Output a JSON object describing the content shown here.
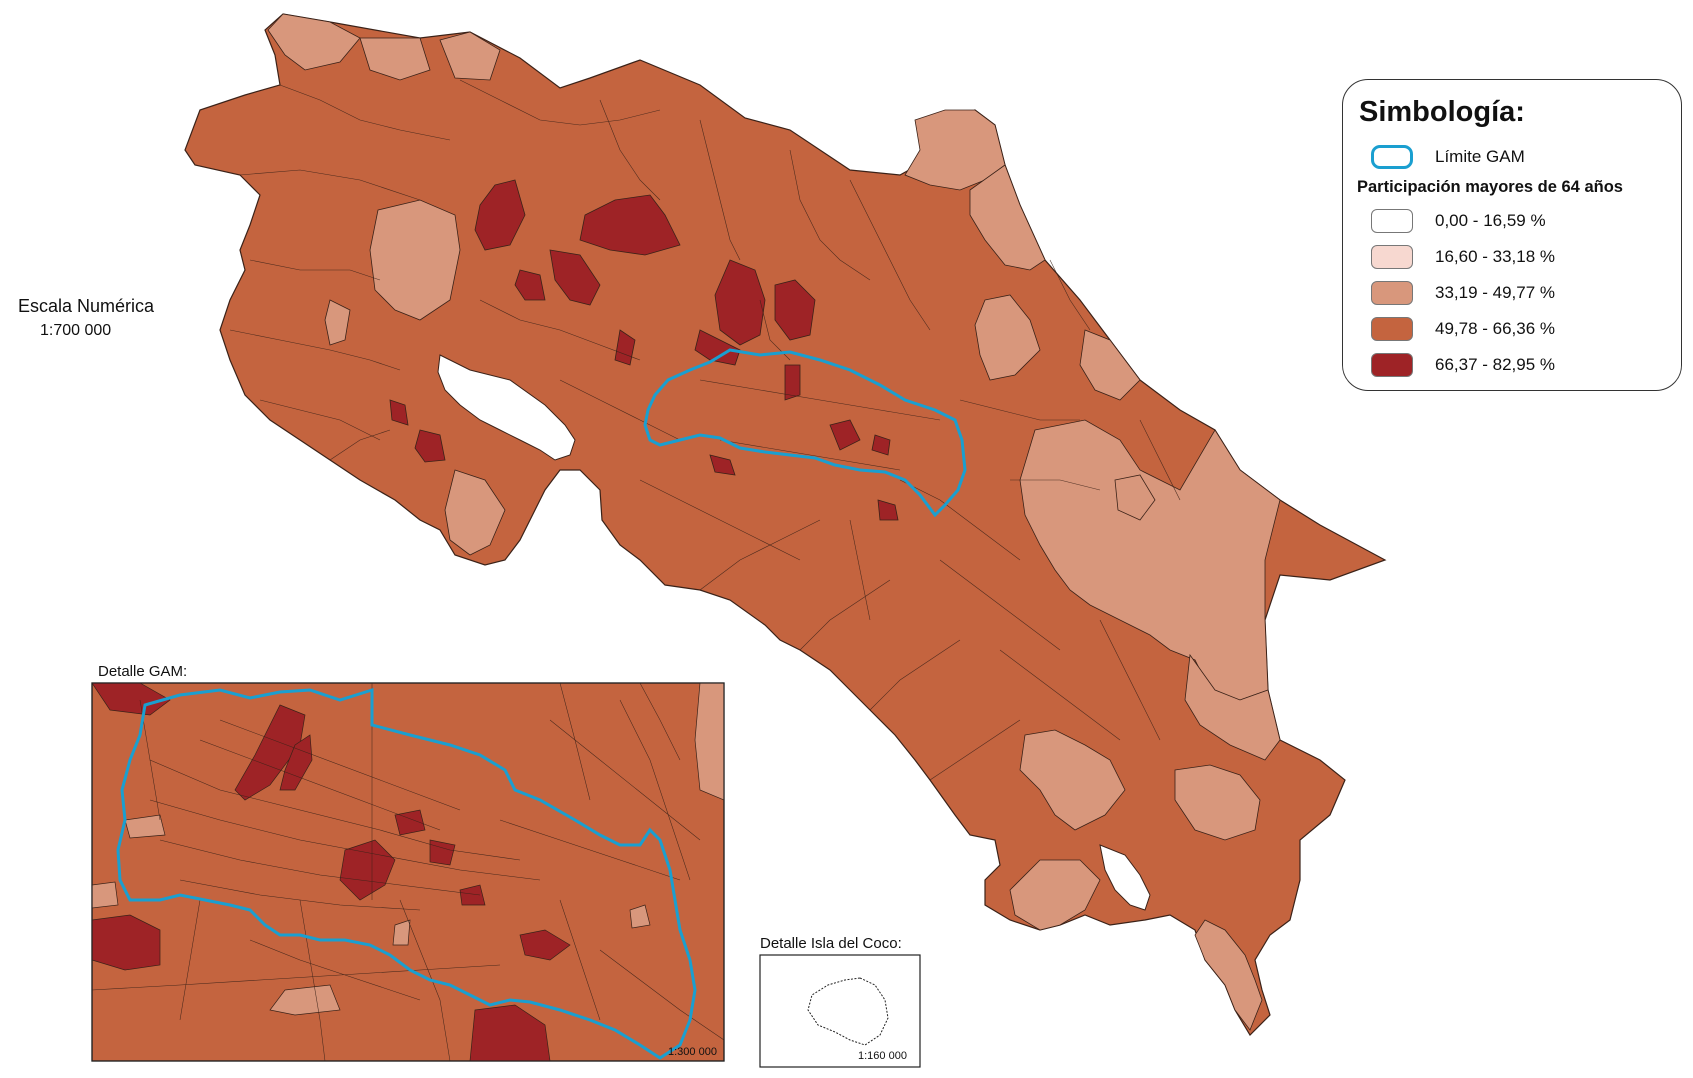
{
  "scale": {
    "title": "Escala Numérica",
    "value": "1:700 000"
  },
  "legend": {
    "title": "Simbología:",
    "boundary_label": "Límite GAM",
    "subtitle": "Participación mayores de 64 años",
    "classes": [
      {
        "label": "0,00 - 16,59 %",
        "color": "#ffffff"
      },
      {
        "label": "16,60 - 33,18 %",
        "color": "#f7d8d0"
      },
      {
        "label": "33,19 - 49,77 %",
        "color": "#d8977c"
      },
      {
        "label": "49,78 - 66,36 %",
        "color": "#c4643f"
      },
      {
        "label": "66,37 - 82,95 %",
        "color": "#9e2326"
      }
    ],
    "boundary_color": "#1a9fd0"
  },
  "insets": {
    "gam": {
      "title": "Detalle GAM:",
      "scale": "1:300 000"
    },
    "coco": {
      "title": "Detalle Isla del Coco:",
      "scale": "1:160 000"
    }
  }
}
